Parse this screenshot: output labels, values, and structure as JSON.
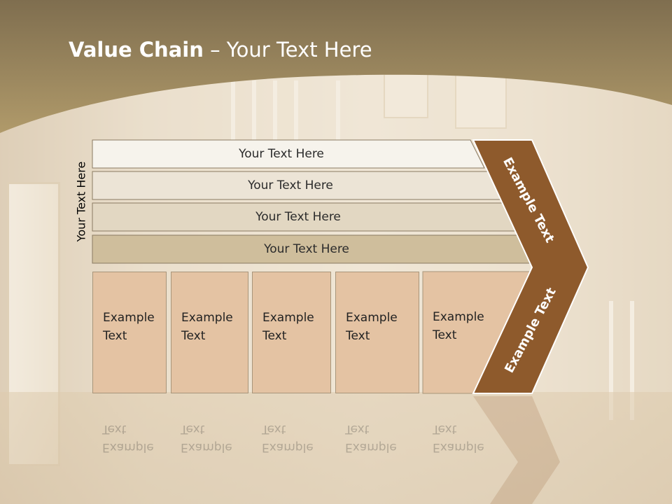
{
  "slide": {
    "title_bold": "Value Chain",
    "title_rest": " – Your Text Here",
    "side_label": "Your Text Here",
    "rows": [
      {
        "label": "Your Text Here"
      },
      {
        "label": "Your Text Here"
      },
      {
        "label": "Your Text Here"
      },
      {
        "label": "Your Text Here"
      }
    ],
    "boxes": [
      {
        "line1": "Example",
        "line2": "Text"
      },
      {
        "line1": "Example",
        "line2": "Text"
      },
      {
        "line1": "Example",
        "line2": "Text"
      },
      {
        "line1": "Example",
        "line2": "Text"
      },
      {
        "line1": "Example",
        "line2": "Text"
      }
    ],
    "chevron_top_label": "Example Text",
    "chevron_bottom_label": "Example Text"
  },
  "colors": {
    "header_band": "#9b8457",
    "chevron": "#8e5a2c",
    "chevron_border": "#ffffff",
    "box_fill": "#e4c3a3",
    "title_text": "#ffffff"
  }
}
